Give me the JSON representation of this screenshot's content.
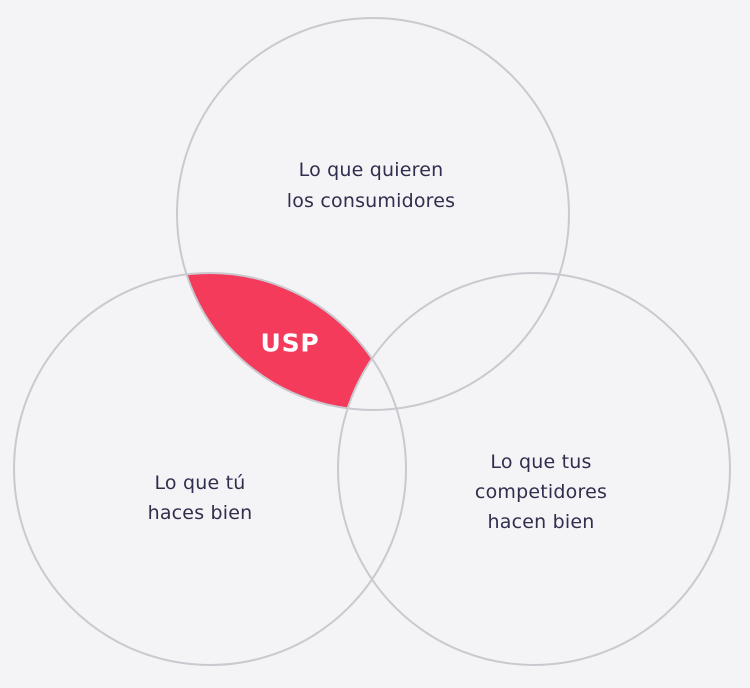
{
  "colors": {
    "background": "#f4f3f6",
    "circle_stroke": "#c9c9cf",
    "highlight_fill": "#f43b5c",
    "label_text": "#302e4d",
    "usp_text": "#ffffff"
  },
  "diagram": {
    "type": "venn",
    "circles": [
      {
        "id": "consumidores",
        "position": "top",
        "label_lines": [
          "Lo que quieren",
          "los consumidores"
        ]
      },
      {
        "id": "tu",
        "position": "bottom-left",
        "label_lines": [
          "Lo que tú",
          "haces bien"
        ]
      },
      {
        "id": "competidores",
        "position": "bottom-right",
        "label_lines": [
          "Lo que tus",
          "competidores",
          "hacen bien"
        ]
      }
    ],
    "intersection": {
      "label": "USP",
      "between": [
        "consumidores",
        "tu"
      ]
    }
  }
}
